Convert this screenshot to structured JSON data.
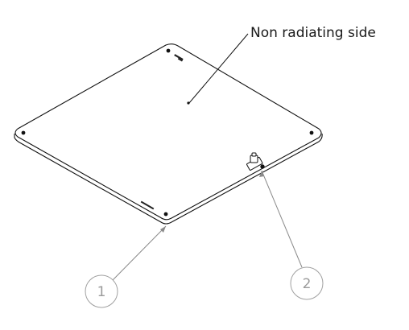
{
  "annotation": {
    "text": "Non radiating side"
  },
  "callouts": [
    {
      "number": "1"
    },
    {
      "number": "2"
    }
  ],
  "colors": {
    "line": "#111111",
    "leader": "#8a8a8a",
    "callout": "#a0a0a0"
  }
}
